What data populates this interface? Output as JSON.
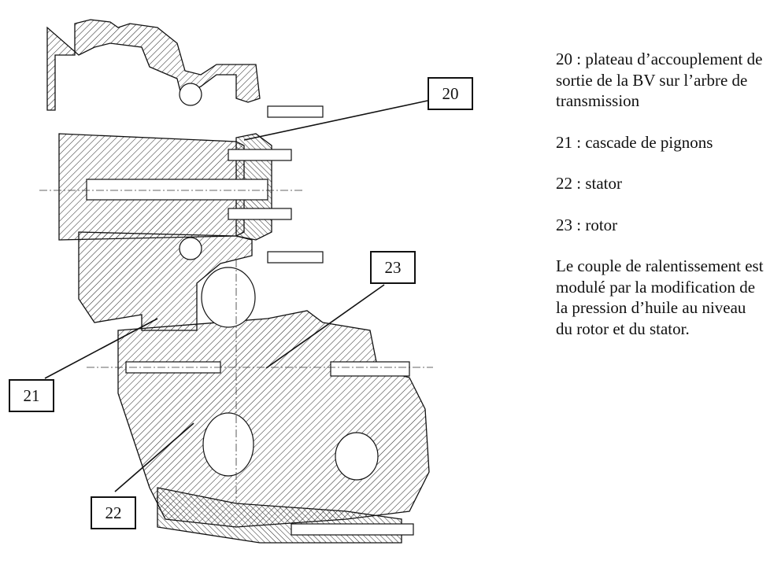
{
  "diagram": {
    "subject": "cross-section of a hydraulic retarder mounted on a gearbox output",
    "callouts": [
      {
        "id": "20",
        "label": "20"
      },
      {
        "id": "21",
        "label": "21"
      },
      {
        "id": "22",
        "label": "22"
      },
      {
        "id": "23",
        "label": "23"
      }
    ]
  },
  "legend": {
    "items": [
      {
        "id": "20",
        "text": "20 : plateau d’accouplement de sortie de la BV sur l’arbre de transmission"
      },
      {
        "id": "21",
        "text": "21 : cascade de pignons"
      },
      {
        "id": "22",
        "text": "22 : stator"
      },
      {
        "id": "23",
        "text": "23 : rotor"
      }
    ],
    "note": "Le couple de ralentissement est modulé par la modification de la pression d’huile au niveau du rotor et du stator."
  }
}
